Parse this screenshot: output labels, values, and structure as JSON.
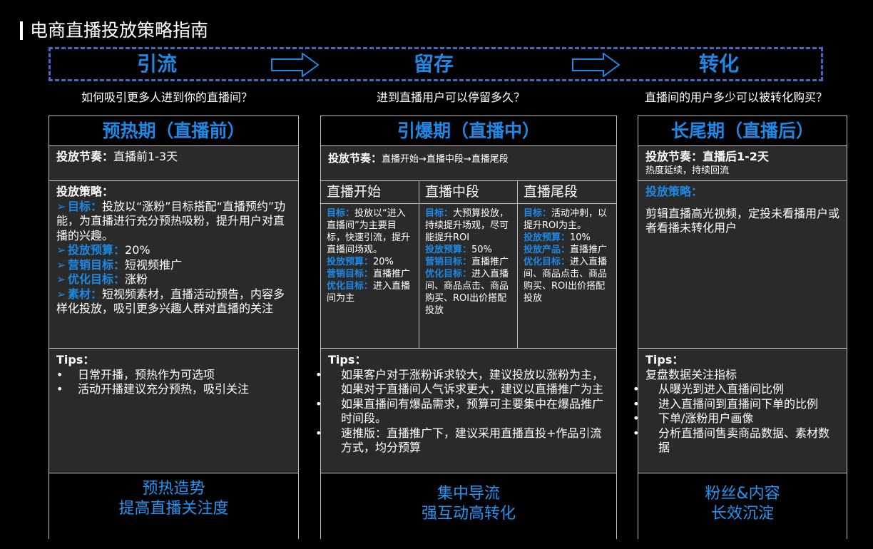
{
  "page_title": "电商直播投放策略指南",
  "stages": [
    "引流",
    "留存",
    "转化"
  ],
  "questions": [
    "如何吸引更多人进到你的直播间？",
    "进到直播用户可以停留多久？",
    "直播间的用户多少可以被转化购买？"
  ],
  "colors": {
    "accent": "#1e88e5",
    "dash": "#4a67c6",
    "panel": "#2a2a2a"
  },
  "pre": {
    "header": "预热期（直播前）",
    "rhythm_label": "投放节奏：",
    "rhythm_value": "直播前1-3天",
    "strategy_title": "投放策略：",
    "goal_label": "目标：",
    "goal_text": "投放以“涨粉”目标搭配“直播预约”功能，为直播进行充分预热吸粉，提升用户对直播的兴趣。",
    "budget_label": "投放预算：",
    "budget_value": "20%",
    "marketing_label": "营销目标：",
    "marketing_value": "短视频推广",
    "optimize_label": "优化目标：",
    "optimize_value": "涨粉",
    "material_label": "素材：",
    "material_text": "短视频素材，直播活动预告，内容多样化投放，吸引更多兴趣人群对直播的关注",
    "tips_title": "Tips：",
    "tips": [
      "日常开播，预热作为可选项",
      "活动开播建议充分预热，吸引关注"
    ],
    "footer_line1": "预热造势",
    "footer_line2": "提高直播关注度"
  },
  "live": {
    "header": "引爆期（直播中）",
    "rhythm_label": "投放节奏：",
    "rhythm_value": "直播开始→直播中段→直播尾段",
    "phases": [
      {
        "title": "直播开始",
        "goal_label": "目标：",
        "goal_text": "投放以“进入直播间”为主要目标，快速引流，提升直播间场观。",
        "budget_label": "投放预算：",
        "budget_value": "20%",
        "marketing_label": "营销目标：",
        "marketing_value": "直播推广",
        "optimize_label": "优化目标：",
        "optimize_value": "进入直播间为主"
      },
      {
        "title": "直播中段",
        "goal_label": "目标：",
        "goal_text": "大预算投放，持续提升场观，尽可能提升ROI",
        "budget_label": "投放预算：",
        "budget_value": "50%",
        "marketing_label": "营销目标：",
        "marketing_value": "直播推广",
        "optimize_label": "优化目标：",
        "optimize_value": "进入直播间、商品点击、商品购买、ROI出价搭配投放"
      },
      {
        "title": "直播尾段",
        "goal_label": "目标：",
        "goal_text": "活动冲刺，以提升ROI为主。",
        "budget_label": "投放预算：",
        "budget_value": "10%",
        "marketing_label": "投放产品：",
        "marketing_value": "直播推广",
        "optimize_label": "优化目标：",
        "optimize_value": "进入直播间、商品点击、商品购买、ROI出价搭配投放"
      }
    ],
    "tips_title": "Tips：",
    "tips": [
      "如果客户对于涨粉诉求较大，建议投放以涨粉为主，如果对于直播间人气诉求更大，建议以直播推广为主",
      "如果直播间有爆品需求，预算可主要集中在爆品推广时间段。",
      "速推版：直播推广下，建议采用直播直投+作品引流方式，均分预算"
    ],
    "footer_line1": "集中导流",
    "footer_line2": "强互动高转化"
  },
  "post": {
    "header": "长尾期（直播后）",
    "rhythm_label": "投放节奏：",
    "rhythm_value": "直播后1-2天",
    "rhythm_sub": "热度延续，持续回流",
    "strategy_title": "投放策略：",
    "strategy_text": "剪辑直播高光视频，定投未看播用户或者看播未转化用户",
    "tips_title": "Tips：",
    "tips_sub": "复盘数据关注指标",
    "tips": [
      "从曝光到进入直播间比例",
      "进入直播间到直播间下单的比例",
      "下单/涨粉用户画像",
      "分析直播间售卖商品数据、素材数据"
    ],
    "footer_line1": "粉丝&内容",
    "footer_line2": "长效沉淀"
  }
}
